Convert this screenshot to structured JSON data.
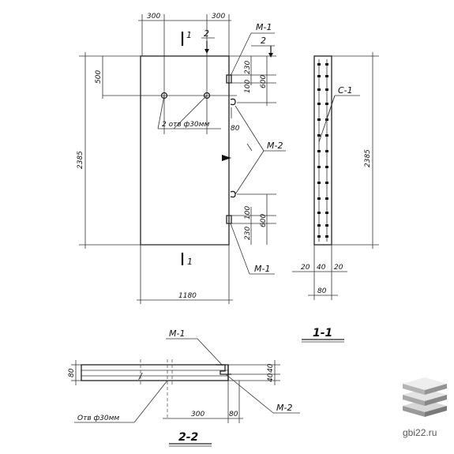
{
  "elevation": {
    "dim_top_left": "300",
    "dim_top_right": "300",
    "section_mark": "1",
    "section_mark_2": "2",
    "mark_m1_top": "М-1",
    "mark_m1_top_num": "2",
    "dim_height": "2385",
    "dim_500": "500",
    "dim_230_top": "230",
    "dim_100_top": "100",
    "dim_600_top": "600",
    "holes_note": "2 отв ф30мм",
    "dim_80": "80",
    "mark_m2": "М-2",
    "dim_100_bot": "100",
    "dim_230_bot": "230",
    "dim_600_bot": "600",
    "section_mark_bottom": "1",
    "mark_m1_bottom": "М-1",
    "dim_width": "1180"
  },
  "section_1_1": {
    "mark_c1": "С-1",
    "dim_height": "2385",
    "dim_20_left": "20",
    "dim_40": "40",
    "dim_20_right": "20",
    "dim_80": "80",
    "title": "1-1"
  },
  "section_2_2": {
    "mark_m1": "М-1",
    "dim_80": "80",
    "dim_40": "40",
    "dim_40_b": "40",
    "holes_note": "Отв ф30мм",
    "dim_300": "300",
    "dim_80_b": "80",
    "mark_m2": "М-2",
    "title": "2-2"
  },
  "watermark": {
    "site": "gbi22.ru"
  }
}
